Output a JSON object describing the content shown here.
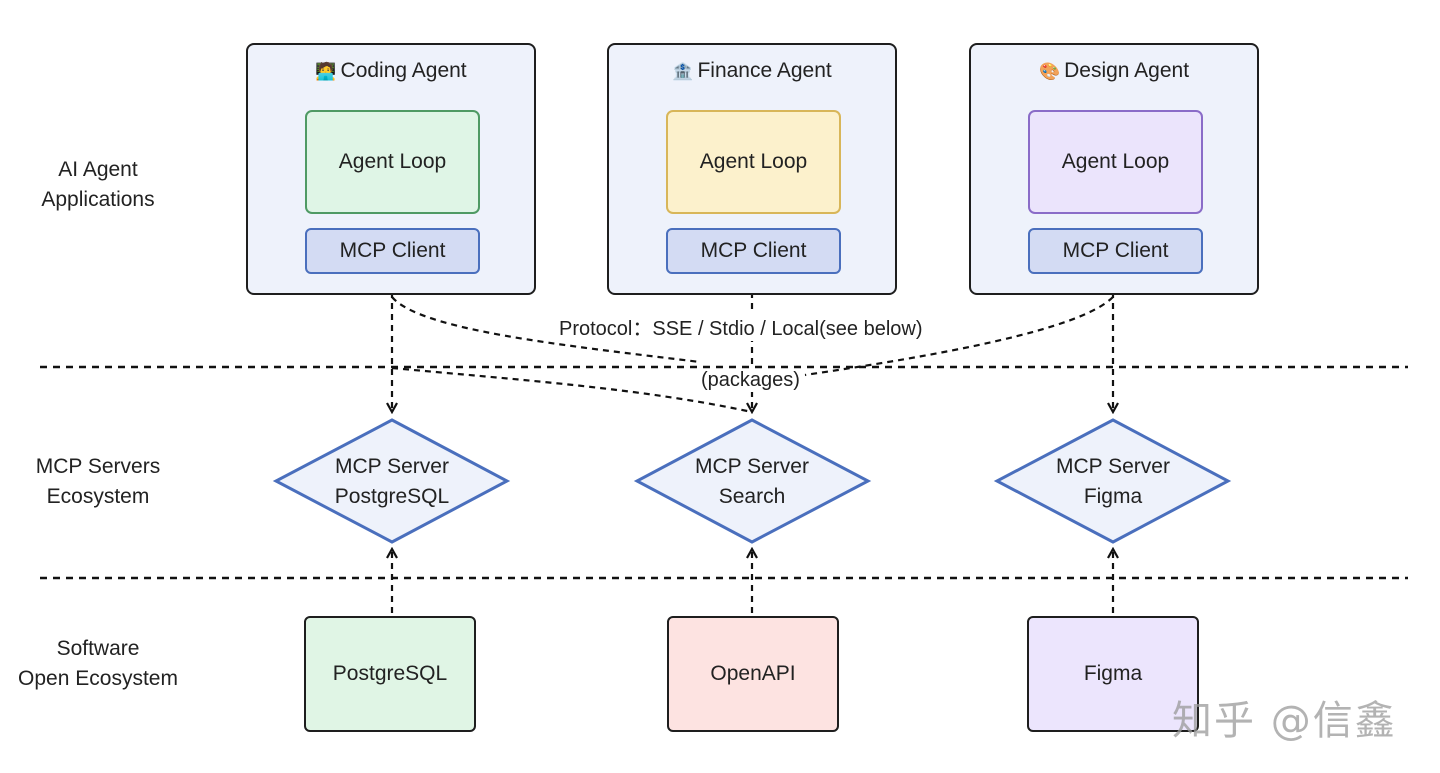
{
  "layers": [
    {
      "lines": [
        "AI Agent",
        "Applications"
      ]
    },
    {
      "lines": [
        "MCP Servers",
        "Ecosystem"
      ]
    },
    {
      "lines": [
        "Software",
        "Open Ecosystem"
      ]
    }
  ],
  "agents": [
    {
      "emoji": "🧑‍💻",
      "icon": "coder-icon",
      "title": "Coding Agent",
      "loop": "Agent Loop",
      "client": "MCP Client",
      "loop_fill": "#dff5e6",
      "loop_border": "#4f9a64"
    },
    {
      "emoji": "🏦",
      "icon": "bank-icon",
      "title": "Finance Agent",
      "loop": "Agent Loop",
      "client": "MCP Client",
      "loop_fill": "#fcf1cc",
      "loop_border": "#d8b659"
    },
    {
      "emoji": "🎨",
      "icon": "palette-icon",
      "title": "Design Agent",
      "loop": "Agent Loop",
      "client": "MCP Client",
      "loop_fill": "#ebe4fc",
      "loop_border": "#8a6cc8"
    }
  ],
  "protocol": {
    "line1": "Protocol：SSE / Stdio / Local(see below)",
    "line2": "(packages)"
  },
  "servers": [
    {
      "lines": [
        "MCP Server",
        "PostgreSQL"
      ]
    },
    {
      "lines": [
        "MCP Server",
        "Search"
      ]
    },
    {
      "lines": [
        "MCP Server",
        "Figma"
      ]
    }
  ],
  "software": [
    {
      "label": "PostgreSQL",
      "fill": "#e0f5e5"
    },
    {
      "label": "OpenAPI",
      "fill": "#fde3e1"
    },
    {
      "label": "Figma",
      "fill": "#ece5fd"
    }
  ],
  "colors": {
    "card_fill": "#eef2fb",
    "client_fill": "#d3dbf3",
    "client_border": "#4a6fbd",
    "diamond_fill": "#eef2fb",
    "diamond_border": "#4a6fbd",
    "line": "#111111"
  },
  "watermark": "知乎 @信鑫"
}
